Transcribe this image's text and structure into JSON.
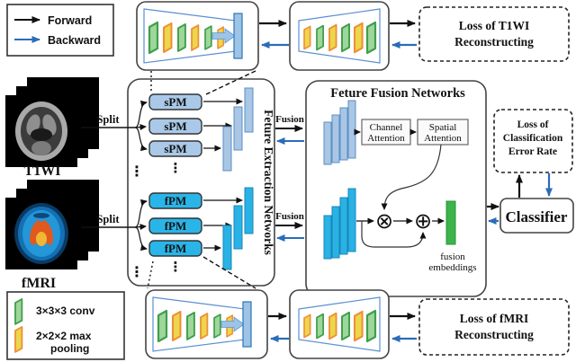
{
  "legend": {
    "forward": "Forward",
    "backward": "Backward"
  },
  "kernels": {
    "conv": "3×3×3 conv",
    "pool1": "2×2×2 max",
    "pool2": "pooling"
  },
  "inputs": {
    "t1wi": "T1WI",
    "fmri": "fMRI",
    "split_t1wi": "Split",
    "split_fmri": "Split"
  },
  "extraction": {
    "title": "Feture Extraction Networks",
    "spm": [
      "sPM",
      "sPM",
      "sPM"
    ],
    "fpm": [
      "fPM",
      "fPM",
      "fPM"
    ],
    "dots": "⋮"
  },
  "fusion": {
    "title": "Feture Fusion Networks",
    "fusion_top": "Fusion",
    "fusion_bottom": "Fusion",
    "channel1": "Channel",
    "channel2": "Attention",
    "spatial1": "Spatial",
    "spatial2": "Attention",
    "multiply_op": "⊗",
    "add_op": "⊕",
    "embed1": "fusion",
    "embed2": "embeddings"
  },
  "classifier": {
    "label": "Classifier"
  },
  "losses": {
    "t1wi1": "Loss of T1WI",
    "t1wi2": "Reconstructing",
    "cls1": "Loss of",
    "cls2": "Classification",
    "cls3": "Error Rate",
    "fmri1": "Loss of fMRI",
    "fmri2": "Reconstructing"
  },
  "colors": {
    "forward_arrow": "#111111",
    "backward_arrow": "#2b6cb8",
    "spm_fill": "#aac9e8",
    "fpm_fill": "#2ab5e8",
    "light_bar": "#a9c6e5",
    "cyan_bar": "#29b2e6",
    "conv_green": "#9fd69a",
    "pool_orange": "#ef8f35",
    "embed_green": "#3bb44a",
    "latent_bar": "#9dc3e6"
  }
}
